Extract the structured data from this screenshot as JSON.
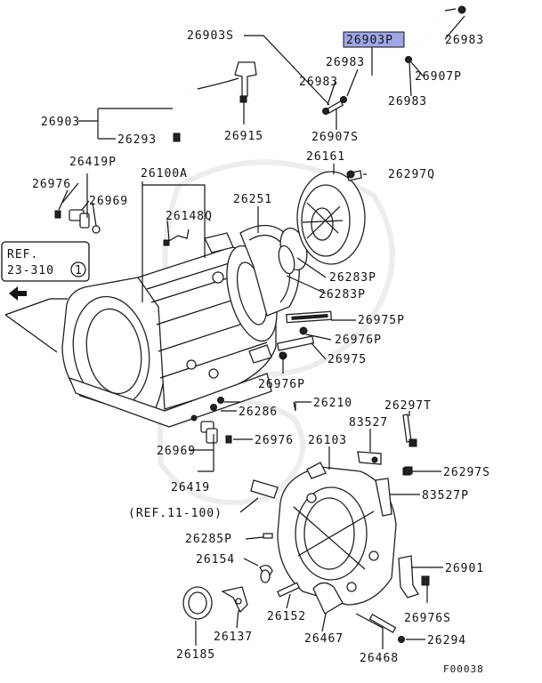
{
  "diagram_id": "F00038",
  "ref_box": {
    "line1": "REF.",
    "line2": "23-310",
    "circled": "1"
  },
  "ref_note": "(REF.11-100)",
  "highlighted_part": "26903P",
  "labels": {
    "p26903S": "26903S",
    "p26903P": "26903P",
    "p26983_a": "26983",
    "p26983_b": "26983",
    "p26983_c": "26983",
    "p26983_d": "26983",
    "p26907P": "26907P",
    "p26907S": "26907S",
    "p26903": "26903",
    "p26293": "26293",
    "p26915": "26915",
    "p26161": "26161",
    "p26297Q": "26297Q",
    "p26419P": "26419P",
    "p26100A": "26100A",
    "p26976_a": "26976",
    "p26969_a": "26969",
    "p26148Q": "26148Q",
    "p26251": "26251",
    "p26283P_a": "26283P",
    "p26283P_b": "26283P",
    "p26975P": "26975P",
    "p26976P_a": "26976P",
    "p26975": "26975",
    "p26976P_b": "26976P",
    "p26210": "26210",
    "p26286": "26286",
    "p26297T": "26297T",
    "p83527": "83527",
    "p26976_b": "26976",
    "p26103": "26103",
    "p26969_b": "26969",
    "p26297S": "26297S",
    "p26419": "26419",
    "p83527P": "83527P",
    "p26285P": "26285P",
    "p26154": "26154",
    "p26901": "26901",
    "p26152": "26152",
    "p26976S": "26976S",
    "p26137": "26137",
    "p26467": "26467",
    "p26294": "26294",
    "p26185": "26185",
    "p26468": "26468"
  }
}
